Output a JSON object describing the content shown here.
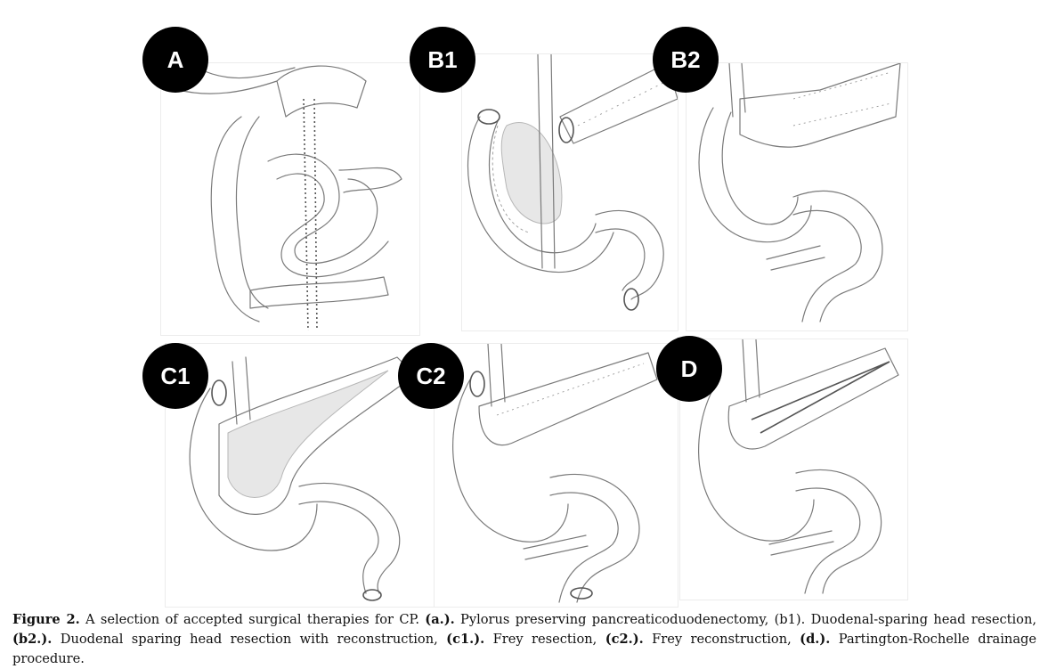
{
  "figure": {
    "panels": [
      {
        "id": "a",
        "label": "A"
      },
      {
        "id": "b1",
        "label": "B1"
      },
      {
        "id": "b2",
        "label": "B2"
      },
      {
        "id": "c1",
        "label": "C1"
      },
      {
        "id": "c2",
        "label": "C2"
      },
      {
        "id": "d",
        "label": "D"
      }
    ],
    "caption": {
      "figure_label": "Figure 2.",
      "intro": " A selection of accepted surgical therapies for CP. ",
      "a_label": "(a.).",
      "a_text": " Pylorus preserving pancreaticoduodenectomy, (b1). Duodenal-sparing head resection, ",
      "b2_label": "(b2.).",
      "b2_text": " Duodenal sparing head resection with reconstruction, ",
      "c1_label": "(c1.).",
      "c1_text": " Frey resection, ",
      "c2_label": "(c2.).",
      "c2_text": " Frey reconstruction, ",
      "d_label": "(d.).",
      "d_text": " Partington-Rochelle drainage procedure."
    }
  }
}
